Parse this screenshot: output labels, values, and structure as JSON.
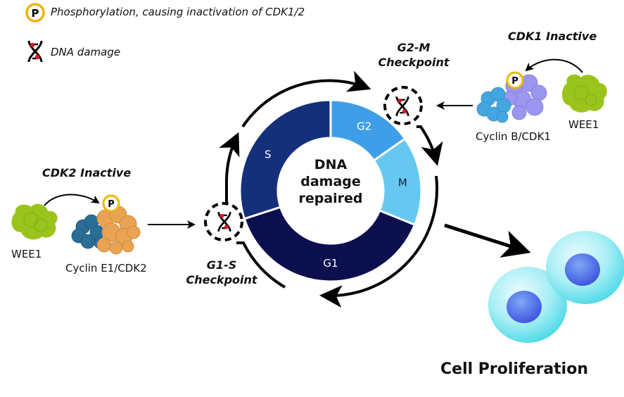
{
  "legend": {
    "phosphorylation": {
      "icon": "phosphate-icon",
      "symbol": "P",
      "text": "Phosphorylation, causing inactivation of CDK1/2"
    },
    "dna_damage": {
      "icon": "dna-damage-icon",
      "text": "DNA damage"
    }
  },
  "cycle": {
    "center_text": [
      "DNA",
      "damage",
      "repaired"
    ],
    "phases": [
      {
        "name": "G2",
        "color": "#3f9ee8"
      },
      {
        "name": "M",
        "color": "#66c8f0"
      },
      {
        "name": "G1",
        "color": "#0b0f4e"
      },
      {
        "name": "S",
        "color": "#15307a"
      }
    ]
  },
  "checkpoints": {
    "g1s": {
      "line1": "G1-S",
      "line2": "Checkpoint"
    },
    "g2m": {
      "line1": "G2-M",
      "line2": "Checkpoint"
    }
  },
  "left_pathway": {
    "title": "CDK2 Inactive",
    "kinase": "WEE1",
    "complex": "Cyclin E1/CDK2",
    "p_symbol": "P"
  },
  "right_pathway": {
    "title": "CDK1 Inactive",
    "kinase": "WEE1",
    "complex": "Cyclin B/CDK1",
    "p_symbol": "P"
  },
  "outcome": {
    "label": "Cell Proliferation"
  },
  "colors": {
    "phosphate_ring": "#f2b400",
    "wee1": "#9ac31c",
    "cdk2": "#2a6e96",
    "cyclin_e1": "#e8a354",
    "cdk1": "#44a6e0",
    "cyclin_b": "#9b96ee",
    "dna_red": "#e0141e",
    "cell": "#8ee6f0",
    "nucleus": "#4f6ee8"
  }
}
